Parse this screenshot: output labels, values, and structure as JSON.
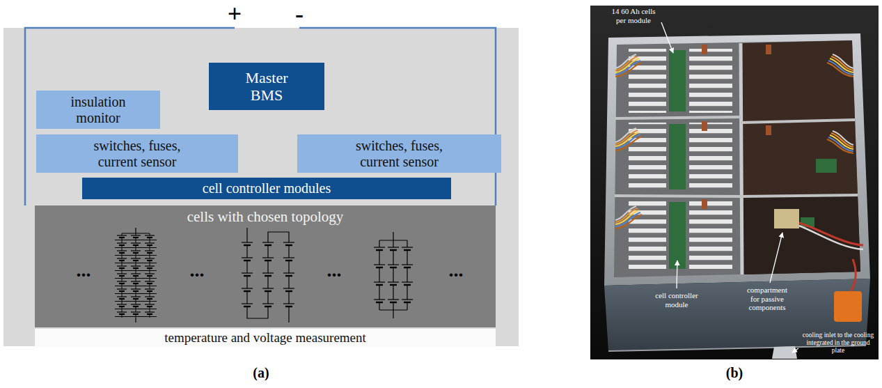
{
  "diagram": {
    "nodes": [
      {
        "text": [
          "Master BMS"
        ]
      },
      {
        "text": [
          "insulation monitor"
        ]
      },
      {
        "text": [
          "switches, fuses, current sensor"
        ]
      },
      {
        "text": [
          "switches, fuses, current sensor"
        ]
      },
      {
        "text": [
          "cell controller modules"
        ]
      },
      {
        "text": [
          "cells with chosen topology"
        ]
      },
      {
        "text": [
          "temperature and voltage measurement"
        ]
      }
    ],
    "labels": [
      "+",
      "-",
      "...",
      "...",
      "...",
      "...",
      "(a)",
      "14 60 Ah cells per module",
      "cell controller module",
      "compartment for passive components",
      "cooling inlet to the cooling integrated in the ground plate",
      "(b)"
    ]
  }
}
